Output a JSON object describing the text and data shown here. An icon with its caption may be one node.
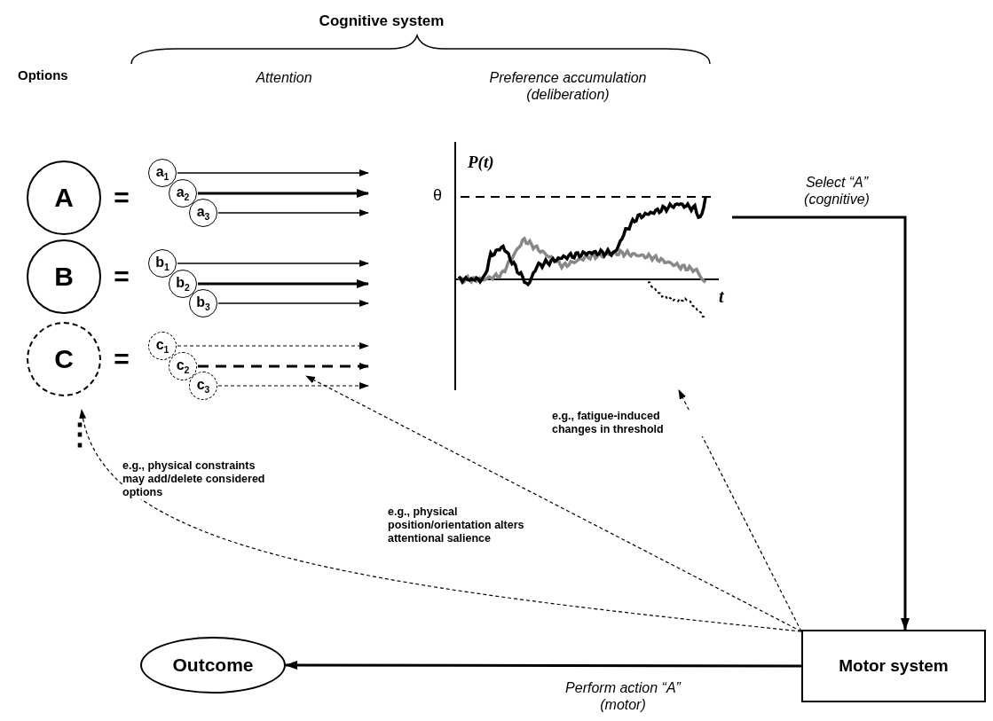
{
  "diagram": {
    "title": "Cognitive system",
    "nodes": [
      {
        "text": [
          "A"
        ]
      },
      {
        "text": [
          "B"
        ]
      },
      {
        "text": [
          "C"
        ]
      },
      {
        "text": [
          "a$_{1}$"
        ]
      },
      {
        "text": [
          "a$_{2}$"
        ]
      },
      {
        "text": [
          "a$_{3}$"
        ]
      },
      {
        "text": [
          "b$_{1}$"
        ]
      },
      {
        "text": [
          "b$_{2}$"
        ]
      },
      {
        "text": [
          "b$_{3}$"
        ]
      },
      {
        "text": [
          "c$_{1}$"
        ]
      },
      {
        "text": [
          "c$_{2}$"
        ]
      },
      {
        "text": [
          "c$_{3}$"
        ]
      },
      {
        "text": [
          "⋮"
        ]
      },
      {
        "text": [],
        "shape": "picture"
      },
      {
        "text": [
          "Outcome"
        ]
      },
      {
        "text": [
          "Motor system"
        ]
      }
    ],
    "edges": [
      {
        "from": 3,
        "to": null,
        "arrow": "to"
      },
      {
        "from": 4,
        "to": null,
        "arrow": "to",
        "style": "thick"
      },
      {
        "from": 5,
        "to": null,
        "arrow": "to"
      },
      {
        "from": 6,
        "to": null,
        "arrow": "to"
      },
      {
        "from": 7,
        "to": null,
        "arrow": "to",
        "style": "thick"
      },
      {
        "from": 8,
        "to": null,
        "arrow": "to"
      },
      {
        "from": 9,
        "to": null,
        "arrow": "to",
        "style": "dashed"
      },
      {
        "from": 10,
        "to": null,
        "arrow": "to",
        "style": "dashed"
      },
      {
        "from": 11,
        "to": null,
        "arrow": "to",
        "style": "dashed"
      },
      {
        "from": 13,
        "to": 15,
        "arrow": "to",
        "style": "thick",
        "label": "Select “A” (cognitive)"
      },
      {
        "from": 15,
        "to": 14,
        "arrow": "to",
        "style": "thick",
        "label": "Perform action “A” (motor)"
      },
      {
        "from": 15,
        "to": 12,
        "arrow": "to",
        "style": "dashed",
        "label": "e.g., physical constraints may add/delete considered options"
      },
      {
        "from": 15,
        "to": null,
        "arrow": "to",
        "style": "dashed",
        "label": "e.g., physical position/orientation alters attentional salience"
      },
      {
        "from": 15,
        "to": 13,
        "arrow": "to",
        "style": "dashed",
        "label": "e.g., fatigue-induced changes in threshold"
      }
    ],
    "labels": [
      "Options",
      "Attention",
      "Preference accumulation (deliberation)",
      "=",
      "=",
      "=",
      "P(t)",
      "θ",
      "t"
    ]
  }
}
